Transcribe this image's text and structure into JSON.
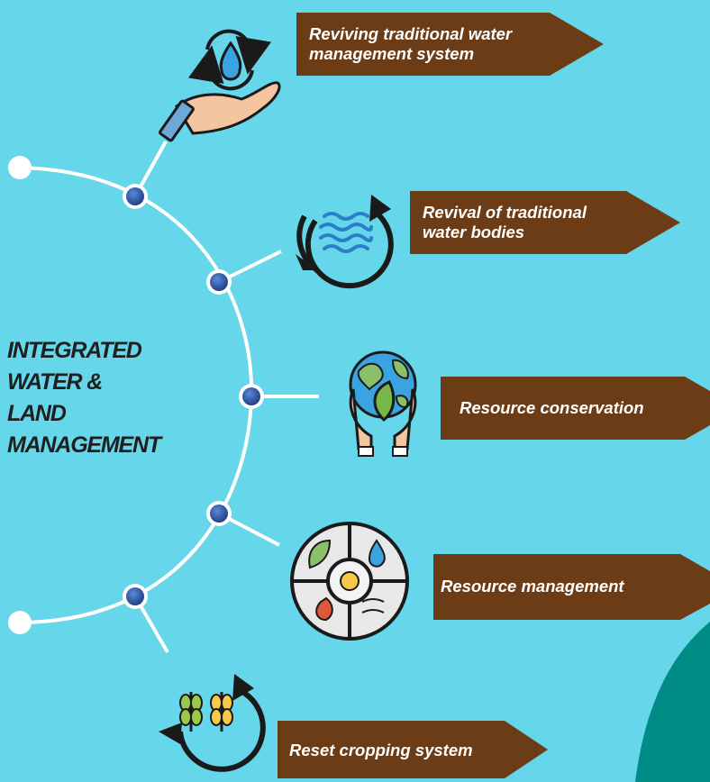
{
  "title": {
    "line1": "INTEGRATED",
    "line2": "WATER &",
    "line3": "LAND",
    "line4": "MANAGEMENT"
  },
  "items": [
    {
      "label_line1": "Reviving traditional water",
      "label_line2": "management system",
      "icon": "hand-water-drop-icon"
    },
    {
      "label_line1": "Revival of traditional",
      "label_line2": "water bodies",
      "icon": "water-cycle-icon"
    },
    {
      "label_line1": "Resource conservation",
      "label_line2": "",
      "icon": "earth-hands-leaf-icon"
    },
    {
      "label_line1": "Resource management",
      "label_line2": "",
      "icon": "resource-wheel-icon"
    },
    {
      "label_line1": "Reset cropping system",
      "label_line2": "",
      "icon": "crop-cycle-icon"
    }
  ],
  "colors": {
    "background": "#66d6ea",
    "arrow": "#6c3c17",
    "connector": "#ffffff",
    "node": "#2c4c96",
    "title": "#1f1f1f",
    "teal_accent": "#008c86"
  }
}
